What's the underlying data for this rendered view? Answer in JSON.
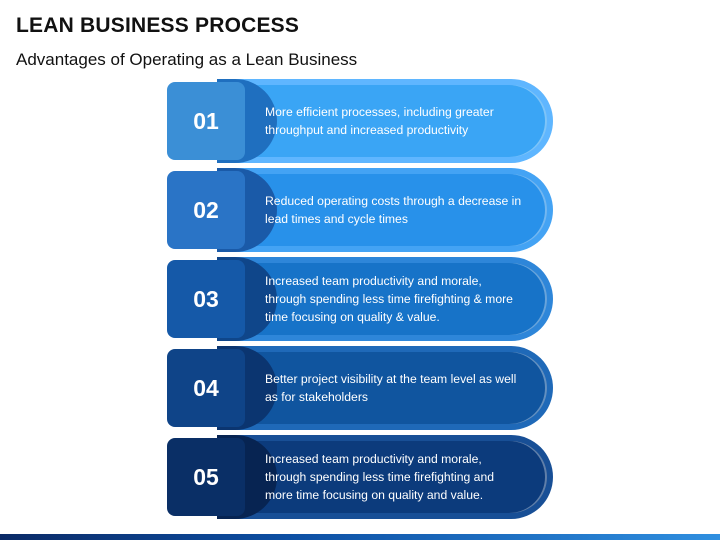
{
  "title": "LEAN BUSINESS PROCESS",
  "subtitle": "Advantages of Operating as a Lean Business",
  "steps": [
    {
      "number": "01",
      "text": "More efficient processes, including greater throughput and increased productivity",
      "colors": {
        "box": "#3b8fd6",
        "curve": "#1f6fbf",
        "pill": "#5fb6ff",
        "inner": "#3aa5f5"
      }
    },
    {
      "number": "02",
      "text": "Reduced operating costs through a decrease in lead times and cycle times",
      "colors": {
        "box": "#2a74c6",
        "curve": "#1a5aa8",
        "pill": "#44a3f4",
        "inner": "#2891ea"
      }
    },
    {
      "number": "03",
      "text": "Increased team productivity and morale, through spending less time firefighting & more time focusing on quality & value.",
      "colors": {
        "box": "#1559a8",
        "curve": "#0f468a",
        "pill": "#2e86d9",
        "inner": "#1773c8"
      }
    },
    {
      "number": "04",
      "text": "Better project visibility at the team level as well as for stakeholders",
      "colors": {
        "box": "#0f4488",
        "curve": "#0b3570",
        "pill": "#1f69b8",
        "inner": "#10559f"
      }
    },
    {
      "number": "05",
      "text": "Increased team productivity and morale, through spending less time firefighting and more time focusing on quality and value.",
      "colors": {
        "box": "#0a2f66",
        "curve": "#072452",
        "pill": "#184f96",
        "inner": "#0c3b7c"
      }
    }
  ]
}
